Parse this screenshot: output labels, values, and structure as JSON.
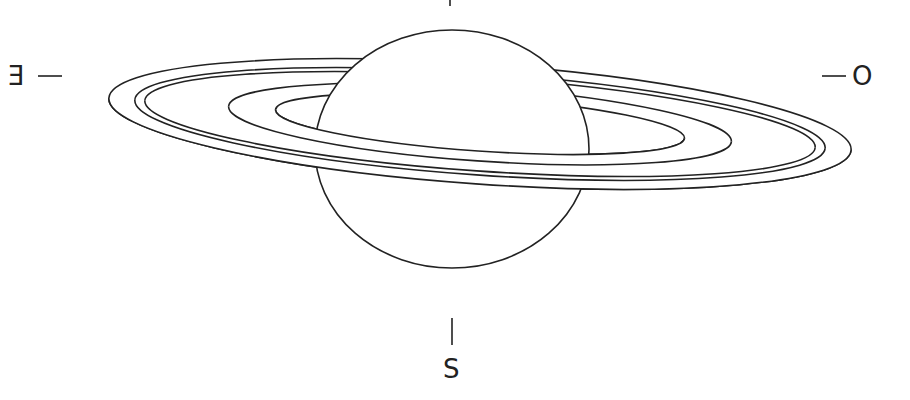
{
  "diagram": {
    "labels": [
      "Ǝ",
      "O",
      "S"
    ]
  }
}
